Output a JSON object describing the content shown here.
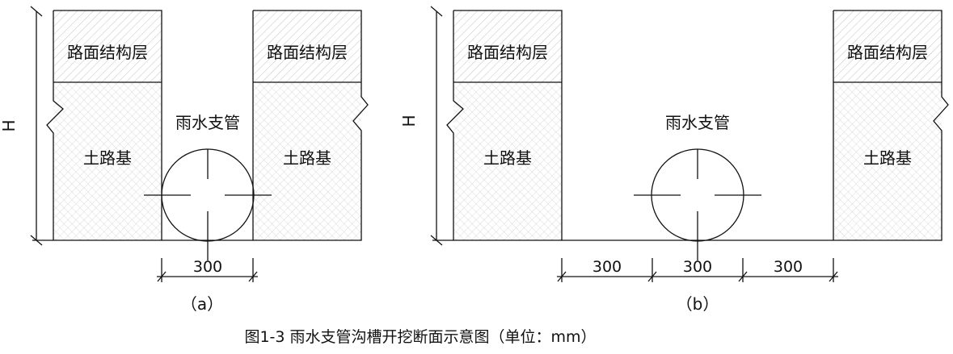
{
  "panel_a": {
    "pavement_left": "路面结构层",
    "pavement_right": "路面结构层",
    "soil_left": "土路基",
    "soil_right": "土路基",
    "pipe_label": "雨水支管",
    "height_label": "H",
    "dimensions": [
      "300"
    ],
    "panel_label": "（a）"
  },
  "panel_b": {
    "pavement_left": "路面结构层",
    "pavement_right": "路面结构层",
    "soil_left": "土路基",
    "soil_right": "土路基",
    "pipe_label": "雨水支管",
    "height_label": "H",
    "dimensions": [
      "300",
      "300",
      "300"
    ],
    "panel_label": "（b）"
  },
  "caption": "图1-3 雨水支管沟槽开挖断面示意图（单位：mm）"
}
